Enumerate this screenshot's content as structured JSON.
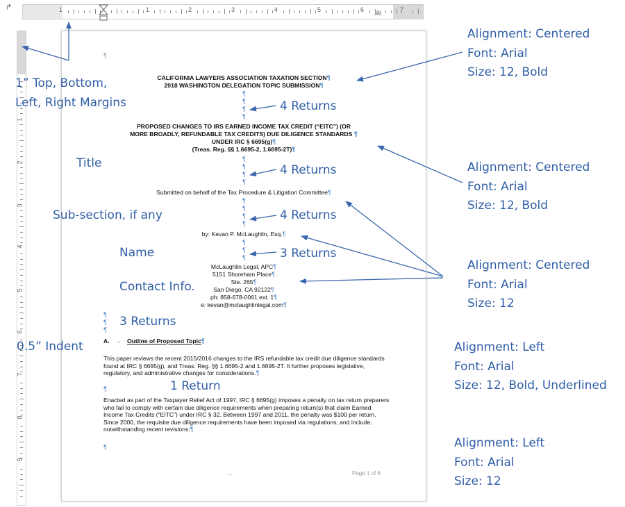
{
  "ruler": {
    "corner_glyph": "↱",
    "h_numbers": [
      "1",
      "1",
      "2",
      "3",
      "4",
      "5",
      "6",
      "7"
    ],
    "v_numbers": [
      "1",
      "2",
      "3",
      "4",
      "5",
      "6",
      "7",
      "8",
      "9"
    ]
  },
  "document": {
    "top_pilcrow": "¶",
    "header_line1": "CALIFORNIA LAWYERS ASSOCIATION TAXATION SECTION",
    "header_line2": "2018 WASHINGTON DELEGATION TOPIC SUBMISSION",
    "title_line1": "PROPOSED CHANGES TO IRS EARNED INCOME TAX CREDIT (“EITC”) (OR",
    "title_line2": "MORE BROADLY, REFUNDABLE TAX CREDITS) DUE DILIGENCE STANDARDS",
    "title_line3": "UNDER IRC § 6695(g)",
    "title_line4": "(Treas. Reg. §§ 1.6695-2, 1.6695-2T)",
    "subsection": "Submitted on behalf of the Tax Procedure & Litigation Committee",
    "byline": "by: Kevan P. McLaughlin, Esq.",
    "contact": [
      "McLaughlin Legal, APC",
      "5151 Shoreham Place",
      "Ste. 265",
      "San Diego, CA 92122",
      "ph: 858-678-0061 ext. 1",
      "e: kevan@mclaughlinlegal.com"
    ],
    "section_letter": "A.",
    "section_arrow": "→",
    "section_heading": "Outline of Proposed Topic",
    "para1": "This paper reviews the recent 2015/2016 changes to the IRS refundable tax credit due diligence standards found at IRC § 6695(g), and Treas. Reg. §§ 1.6695-2 and 1.6695-2T.  It further proposes legislative, regulatory, and administrative changes for considerations.",
    "para2": "Enacted as part of the Taxpayer Relief Act of 1997, IRC § 6695(g) imposes a penalty on tax return preparers who fail to comply with certain due diligence requirements when preparing return(s) that claim Earned Income Tax Credits (“EITC”) under IRC § 32. Between 1997 and 2011, the penalty was $100 per return.  Since 2000, the requisite due diligence requirements have been imposed via regulations, and include, notwithstanding recent revisions:",
    "footer_arrow": "→",
    "footer_page": "Page 1 of 6"
  },
  "annotations": {
    "margins": [
      "1” Top, Bottom,",
      "Left, Right Margins"
    ],
    "returns_4": "4 Returns",
    "returns_3": "3 Returns",
    "return_1": "1 Return",
    "title": "Title",
    "subsection": "Sub-section, if any",
    "name": "Name",
    "contact": "Contact Info.",
    "indent": "0.5” Indent",
    "spec1": [
      "Alignment: Centered",
      "Font: Arial",
      "Size: 12, Bold"
    ],
    "spec2": [
      "Alignment: Centered",
      "Font: Arial",
      "Size: 12, Bold"
    ],
    "spec3": [
      "Alignment: Centered",
      "Font: Arial",
      "Size: 12"
    ],
    "spec4": [
      "Alignment: Left",
      "Font: Arial",
      "Size: 12, Bold, Underlined"
    ],
    "spec5": [
      "Alignment: Left",
      "Font: Arial",
      "Size: 12"
    ]
  },
  "colors": {
    "annotation": "#2f5ea7",
    "pilcrow": "#4f86c6"
  }
}
